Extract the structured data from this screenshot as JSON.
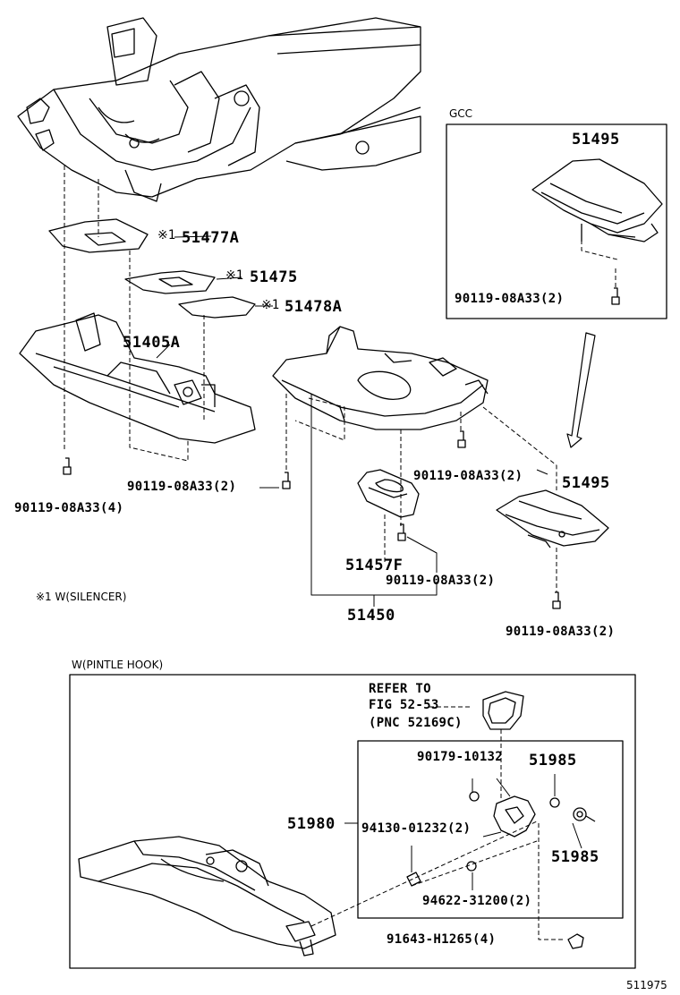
{
  "labels": {
    "gcc": "GCC",
    "p51495_top": "51495",
    "bolt_gcc": "90119-08A33(2)",
    "mark1": "※1",
    "p51477a": "51477A",
    "p51475": "51475",
    "p51478a": "51478A",
    "p51405a": "51405A",
    "bolt_a": "90119-08A33(2)",
    "bolt_b": "90119-08A33(4)",
    "bolt_c": "90119-08A33(2)",
    "p51495_mid": "51495",
    "p51457f": "51457F",
    "bolt_d": "90119-08A33(2)",
    "p51450": "51450",
    "bolt_e": "90119-08A33(2)",
    "footnote": "※1  W(SILENCER)",
    "pintle": "W(PINTLE HOOK)",
    "refer1": "REFER TO",
    "refer2": "FIG 52-53",
    "refer3": "(PNC 52169C)",
    "p90179": "90179-10132",
    "p51985a": "51985",
    "p51980": "51980",
    "p94130": "94130-01232(2)",
    "p51985b": "51985",
    "p94622": "94622-31200(2)",
    "p91643": "91643-H1265(4)",
    "fig": "511975"
  }
}
